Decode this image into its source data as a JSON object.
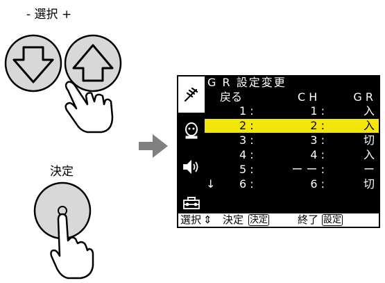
{
  "top_label": "- 選択 +",
  "decide_label": "決定",
  "screen": {
    "title": "G R 設定変更",
    "header": {
      "back": "戻る",
      "ch": "C H",
      "gr": "G R"
    },
    "rows": [
      {
        "left": "1 :",
        "mid": "1 :",
        "gr": "入"
      },
      {
        "left": "2 :",
        "mid": "2 :",
        "gr": "入"
      },
      {
        "left": "3 :",
        "mid": "3 :",
        "gr": "切"
      },
      {
        "left": "4 :",
        "mid": "4 :",
        "gr": "入"
      },
      {
        "left": "5 :",
        "mid": "ー ー :",
        "gr": "ー"
      },
      {
        "left": "6 :",
        "mid": "6 :",
        "gr": "切"
      }
    ],
    "scroll_arrow": "↓",
    "footer": {
      "select": "選択",
      "select_icon": "⇕",
      "decide": "決定",
      "decide_key": "決定",
      "end": "終了",
      "end_key": "設定"
    }
  },
  "icons": {
    "down_button": "down-arrow-button",
    "up_button": "up-arrow-button",
    "center_button": "circle-button",
    "side": [
      "antenna-icon",
      "face-icon",
      "speaker-icon",
      "settings-box-icon"
    ]
  },
  "colors": {
    "highlight": "#f2e60b",
    "button_fill": "#d8d8d8",
    "arrow": "#808080"
  }
}
